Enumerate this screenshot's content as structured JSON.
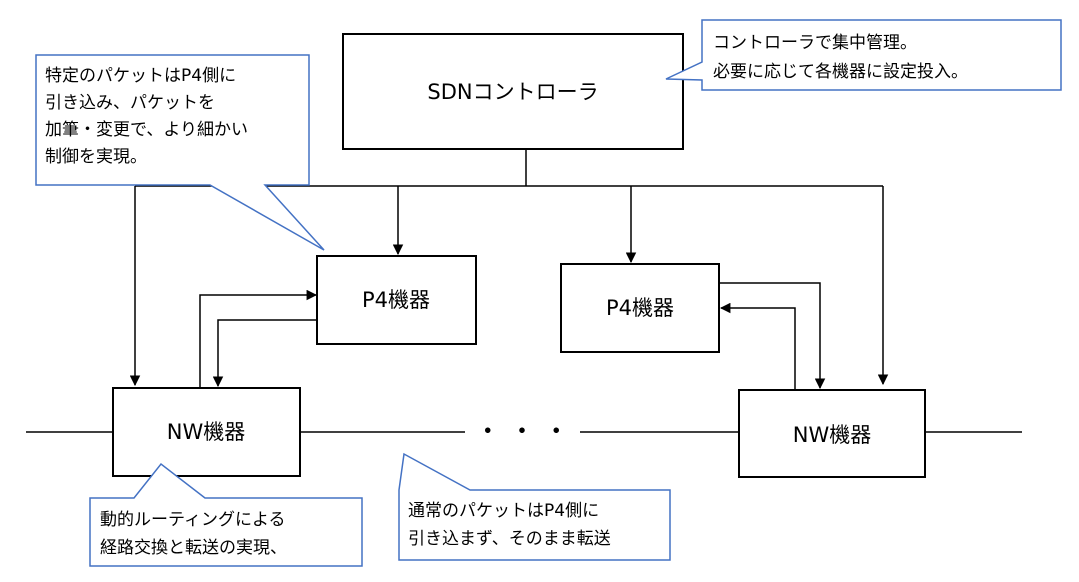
{
  "boxes": {
    "controller": "SDNコントローラ",
    "p4_left": "P4機器",
    "p4_right": "P4機器",
    "nw_left": "NW機器",
    "nw_right": "NW機器"
  },
  "ellipsis": "・ ・ ・",
  "callouts": {
    "controller_note": [
      "コントローラで集中管理。",
      "必要に応じて各機器に設定投入。"
    ],
    "p4_note": [
      "特定のパケットはP4側に",
      "引き込み、パケットを",
      "加筆・変更で、より細かい",
      "制御を実現。"
    ],
    "nw_note": [
      "動的ルーティングによる",
      "経路交換と転送の実現、"
    ],
    "normal_note": [
      "通常のパケットはP4側に",
      "引き込まず、そのまま転送"
    ]
  },
  "colors": {
    "line": "#000000",
    "callout_border": "#4472C4",
    "callout_fill": "#ffffff"
  }
}
